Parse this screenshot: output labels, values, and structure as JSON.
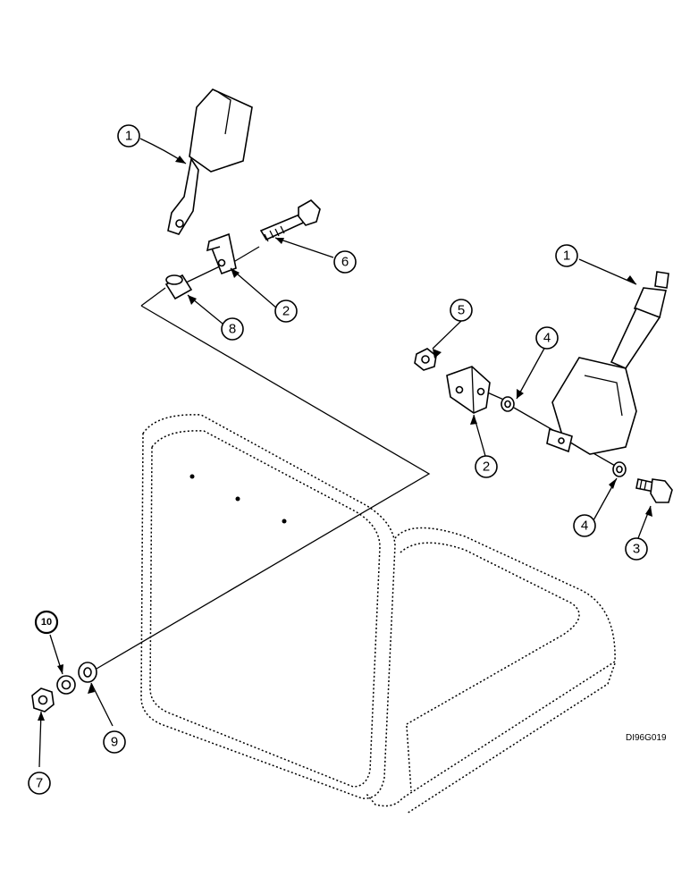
{
  "diagram": {
    "reference_code": "DI96G019",
    "callouts": [
      {
        "id": "c1-left",
        "label": "1"
      },
      {
        "id": "c6",
        "label": "6"
      },
      {
        "id": "c2-left",
        "label": "2"
      },
      {
        "id": "c8",
        "label": "8"
      },
      {
        "id": "c1-right",
        "label": "1"
      },
      {
        "id": "c5",
        "label": "5"
      },
      {
        "id": "c4-top",
        "label": "4"
      },
      {
        "id": "c2-right",
        "label": "2"
      },
      {
        "id": "c4-bottom",
        "label": "4"
      },
      {
        "id": "c3",
        "label": "3"
      },
      {
        "id": "c10",
        "label": "10"
      },
      {
        "id": "c9",
        "label": "9"
      },
      {
        "id": "c7",
        "label": "7"
      }
    ]
  }
}
